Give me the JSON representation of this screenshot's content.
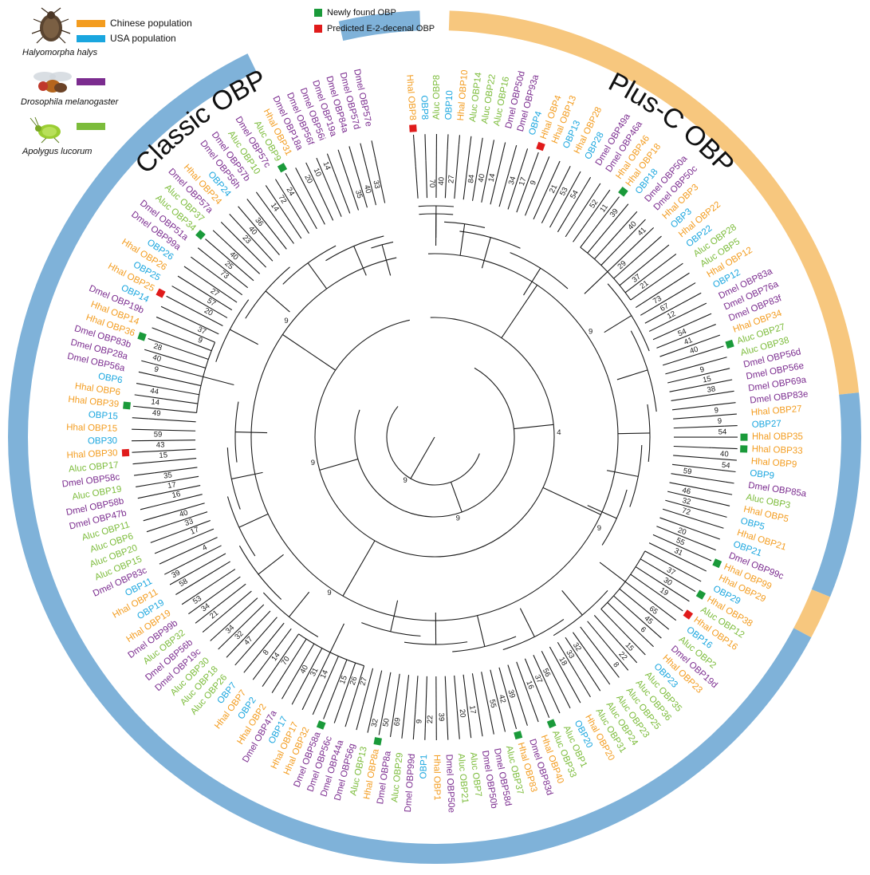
{
  "colors": {
    "chinese": "#f39c1f",
    "usa": "#1aa6df",
    "drosophila": "#7b2c8f",
    "apolygus": "#7cbc3b",
    "newly_found": "#1a9a3a",
    "predicted": "#e01b1b",
    "ring_blue": "#7fb2d9",
    "ring_orange": "#f7c77e",
    "branch": "#1a1a1a",
    "support": "#1a1a1a"
  },
  "legend": {
    "chinese_population": "Chinese population",
    "usa_population": "USA population",
    "species_1": "Halyomorpha halys",
    "species_2": "Drosophila melanogaster",
    "species_3": "Apolygus lucorum",
    "newly_found": "Newly found OBP",
    "predicted": "Predicted E-2-decenal OBP"
  },
  "ring_labels": {
    "classic": "Classic OBP",
    "plusc": "Plus-C OBP"
  },
  "leaves": [
    {
      "label": "Hhal OBP8",
      "group": "chinese",
      "marker": "predicted"
    },
    {
      "label": "OBP8",
      "group": "usa"
    },
    {
      "label": "Aluc OBP8",
      "group": "apolygus"
    },
    {
      "label": "OBP10",
      "group": "usa"
    },
    {
      "label": "Hhal OBP10",
      "group": "chinese"
    },
    {
      "label": "Aluc OBP14",
      "group": "apolygus"
    },
    {
      "label": "Aluc OBP22",
      "group": "apolygus"
    },
    {
      "label": "Aluc OBP16",
      "group": "apolygus"
    },
    {
      "label": "Dmel OBP50d",
      "group": "drosophila"
    },
    {
      "label": "Dmel OBP93a",
      "group": "drosophila"
    },
    {
      "label": "OBP4",
      "group": "usa"
    },
    {
      "label": "Hhal OBP4",
      "group": "chinese",
      "marker": "predicted"
    },
    {
      "label": "Hhal OBP13",
      "group": "chinese"
    },
    {
      "label": "OBP13",
      "group": "usa"
    },
    {
      "label": "Hhal OBP28",
      "group": "chinese"
    },
    {
      "label": "OBP28",
      "group": "usa"
    },
    {
      "label": "Dmel OBP49a",
      "group": "drosophila"
    },
    {
      "label": "Dmel OBP46a",
      "group": "drosophila"
    },
    {
      "label": "Hhal OBP46",
      "group": "chinese"
    },
    {
      "label": "Hhal OBP18",
      "group": "chinese",
      "marker": "newly_found"
    },
    {
      "label": "OBP18",
      "group": "usa"
    },
    {
      "label": "Dmel OBP50a",
      "group": "drosophila"
    },
    {
      "label": "Dmel OBP50c",
      "group": "drosophila"
    },
    {
      "label": "Hhal OBP3",
      "group": "chinese"
    },
    {
      "label": "OBP3",
      "group": "usa"
    },
    {
      "label": "Hhal OBP22",
      "group": "chinese"
    },
    {
      "label": "OBP22",
      "group": "usa"
    },
    {
      "label": "Aluc OBP28",
      "group": "apolygus"
    },
    {
      "label": "Aluc OBP5",
      "group": "apolygus"
    },
    {
      "label": "Hhal OBP12",
      "group": "chinese"
    },
    {
      "label": "OBP12",
      "group": "usa"
    },
    {
      "label": "Dmel OBP83a",
      "group": "drosophila"
    },
    {
      "label": "Dmel OBP76a",
      "group": "drosophila"
    },
    {
      "label": "Dmel OBP83f",
      "group": "drosophila"
    },
    {
      "label": "Hhal OBP34",
      "group": "chinese"
    },
    {
      "label": "Aluc OBP27",
      "group": "apolygus",
      "marker": "newly_found"
    },
    {
      "label": "Aluc OBP38",
      "group": "apolygus"
    },
    {
      "label": "Dmel OBP56d",
      "group": "drosophila"
    },
    {
      "label": "Dmel OBP56e",
      "group": "drosophila"
    },
    {
      "label": "Dmel OBP69a",
      "group": "drosophila"
    },
    {
      "label": "Dmel OBP83e",
      "group": "drosophila"
    },
    {
      "label": "Hhal OBP27",
      "group": "chinese"
    },
    {
      "label": "OBP27",
      "group": "usa"
    },
    {
      "label": "Hhal OBP35",
      "group": "chinese",
      "marker": "newly_found"
    },
    {
      "label": "Hhal OBP33",
      "group": "chinese",
      "marker": "newly_found"
    },
    {
      "label": "Hhal OBP9",
      "group": "chinese"
    },
    {
      "label": "OBP9",
      "group": "usa"
    },
    {
      "label": "Dmel OBP85a",
      "group": "drosophila"
    },
    {
      "label": "Aluc OBP3",
      "group": "apolygus"
    },
    {
      "label": "Hhal OBP5",
      "group": "chinese"
    },
    {
      "label": "OBP5",
      "group": "usa"
    },
    {
      "label": "Hhal OBP21",
      "group": "chinese"
    },
    {
      "label": "OBP21",
      "group": "usa"
    },
    {
      "label": "Dmel OBP99c",
      "group": "drosophila"
    },
    {
      "label": "Hhal OBP99",
      "group": "chinese",
      "marker": "newly_found"
    },
    {
      "label": "Hhal OBP29",
      "group": "chinese"
    },
    {
      "label": "OBP29",
      "group": "usa"
    },
    {
      "label": "Hhal OBP38",
      "group": "chinese",
      "marker": "newly_found"
    },
    {
      "label": "Aluc OBP12",
      "group": "apolygus"
    },
    {
      "label": "Hhal OBP16",
      "group": "chinese",
      "marker": "predicted"
    },
    {
      "label": "OBP16",
      "group": "usa"
    },
    {
      "label": "Aluc OBP2",
      "group": "apolygus"
    },
    {
      "label": "Dmel OBP19d",
      "group": "drosophila"
    },
    {
      "label": "Hhal OBP23",
      "group": "chinese"
    },
    {
      "label": "OBP23",
      "group": "usa"
    },
    {
      "label": "Aluc OBP35",
      "group": "apolygus"
    },
    {
      "label": "Aluc OBP36",
      "group": "apolygus"
    },
    {
      "label": "Aluc OBP25",
      "group": "apolygus"
    },
    {
      "label": "Aluc OBP23",
      "group": "apolygus"
    },
    {
      "label": "Aluc OBP24",
      "group": "apolygus"
    },
    {
      "label": "Aluc OBP31",
      "group": "apolygus"
    },
    {
      "label": "Hhal OBP20",
      "group": "chinese"
    },
    {
      "label": "OBP20",
      "group": "usa"
    },
    {
      "label": "Aluc OBP1",
      "group": "apolygus"
    },
    {
      "label": "Aluc OBP33",
      "group": "apolygus",
      "marker": "newly_found"
    },
    {
      "label": "Hhal OBP40",
      "group": "chinese"
    },
    {
      "label": "Dmel OBP83d",
      "group": "drosophila"
    },
    {
      "label": "Hhal OBP83",
      "group": "chinese",
      "marker": "newly_found"
    },
    {
      "label": "Aluc OBP37",
      "group": "apolygus"
    },
    {
      "label": "Dmel OBP58d",
      "group": "drosophila"
    },
    {
      "label": "Dmel OBP50b",
      "group": "drosophila"
    },
    {
      "label": "Aluc OBP7",
      "group": "apolygus"
    },
    {
      "label": "Aluc OBP21",
      "group": "apolygus"
    },
    {
      "label": "Dmel OBP50e",
      "group": "drosophila"
    },
    {
      "label": "Hhal OBP1",
      "group": "chinese"
    },
    {
      "label": "OBP1",
      "group": "usa"
    },
    {
      "label": "Dmel OBP99d",
      "group": "drosophila"
    },
    {
      "label": "Aluc OBP29",
      "group": "apolygus"
    },
    {
      "label": "Dmel OBP8a",
      "group": "drosophila"
    },
    {
      "label": "Hhal OBP8a",
      "group": "chinese",
      "marker": "newly_found"
    },
    {
      "label": "Aluc OBP13",
      "group": "apolygus"
    },
    {
      "label": "Dmel OBP56g",
      "group": "drosophila"
    },
    {
      "label": "Dmel OBP44a",
      "group": "drosophila"
    },
    {
      "label": "Dmel OBP56c",
      "group": "drosophila"
    },
    {
      "label": "Dmel OBP58a",
      "group": "drosophila",
      "marker": "newly_found"
    },
    {
      "label": "Hhal OBP32",
      "group": "chinese"
    },
    {
      "label": "Hhal OBP17",
      "group": "chinese"
    },
    {
      "label": "OBP17",
      "group": "usa"
    },
    {
      "label": "Dmel OBP47a",
      "group": "drosophila"
    },
    {
      "label": "Hhal OBP2",
      "group": "chinese"
    },
    {
      "label": "OBP2",
      "group": "usa"
    },
    {
      "label": "Hhal OBP7",
      "group": "chinese"
    },
    {
      "label": "OBP7",
      "group": "usa"
    },
    {
      "label": "Aluc OBP26",
      "group": "apolygus"
    },
    {
      "label": "Aluc OBP18",
      "group": "apolygus"
    },
    {
      "label": "Aluc OBP30",
      "group": "apolygus"
    },
    {
      "label": "Dmel OBP19c",
      "group": "drosophila"
    },
    {
      "label": "Dmel OBP56b",
      "group": "drosophila"
    },
    {
      "label": "Aluc OBP32",
      "group": "apolygus"
    },
    {
      "label": "Dmel OBP99b",
      "group": "drosophila"
    },
    {
      "label": "Hhal OBP19",
      "group": "chinese"
    },
    {
      "label": "OBP19",
      "group": "usa"
    },
    {
      "label": "Hhal OBP11",
      "group": "chinese"
    },
    {
      "label": "OBP11",
      "group": "usa"
    },
    {
      "label": "Dmel OBP83c",
      "group": "drosophila"
    },
    {
      "label": "Aluc OBP15",
      "group": "apolygus"
    },
    {
      "label": "Aluc OBP20",
      "group": "apolygus"
    },
    {
      "label": "Aluc OBP6",
      "group": "apolygus"
    },
    {
      "label": "Aluc OBP11",
      "group": "apolygus"
    },
    {
      "label": "Dmel OBP47b",
      "group": "drosophila"
    },
    {
      "label": "Dmel OBP58b",
      "group": "drosophila"
    },
    {
      "label": "Aluc OBP19",
      "group": "apolygus"
    },
    {
      "label": "Dmel OBP58c",
      "group": "drosophila"
    },
    {
      "label": "Aluc OBP17",
      "group": "apolygus"
    },
    {
      "label": "Hhal OBP30",
      "group": "chinese",
      "marker": "predicted"
    },
    {
      "label": "OBP30",
      "group": "usa"
    },
    {
      "label": "Hhal OBP15",
      "group": "chinese"
    },
    {
      "label": "OBP15",
      "group": "usa"
    },
    {
      "label": "Hhal OBP39",
      "group": "chinese",
      "marker": "newly_found"
    },
    {
      "label": "Hhal OBP6",
      "group": "chinese"
    },
    {
      "label": "OBP6",
      "group": "usa"
    },
    {
      "label": "Dmel OBP56a",
      "group": "drosophila"
    },
    {
      "label": "Dmel OBP28a",
      "group": "drosophila"
    },
    {
      "label": "Dmel OBP83b",
      "group": "drosophila"
    },
    {
      "label": "Hhal OBP36",
      "group": "chinese",
      "marker": "newly_found"
    },
    {
      "label": "Hhal OBP14",
      "group": "chinese"
    },
    {
      "label": "Dmel OBP19b",
      "group": "drosophila"
    },
    {
      "label": "OBP14",
      "group": "usa"
    },
    {
      "label": "Hhal OBP25",
      "group": "chinese",
      "marker": "predicted"
    },
    {
      "label": "OBP25",
      "group": "usa"
    },
    {
      "label": "Hhal OBP26",
      "group": "chinese"
    },
    {
      "label": "OBP26",
      "group": "usa"
    },
    {
      "label": "Dmel OBP99a",
      "group": "drosophila"
    },
    {
      "label": "Dmel OBP51a",
      "group": "drosophila"
    },
    {
      "label": "Aluc OBP34",
      "group": "apolygus",
      "marker": "newly_found"
    },
    {
      "label": "Aluc OBP37",
      "group": "apolygus"
    },
    {
      "label": "Dmel OBP57a",
      "group": "drosophila"
    },
    {
      "label": "Hhal OBP24",
      "group": "chinese"
    },
    {
      "label": "OBP24",
      "group": "usa"
    },
    {
      "label": "Dmel OBP56h",
      "group": "drosophila"
    },
    {
      "label": "Dmel OBP57b",
      "group": "drosophila"
    },
    {
      "label": "Aluc OBP10",
      "group": "apolygus"
    },
    {
      "label": "Dmel OBP57c",
      "group": "drosophila"
    },
    {
      "label": "Aluc OBP9",
      "group": "apolygus",
      "marker": "newly_found"
    },
    {
      "label": "Hhal OBP31",
      "group": "chinese"
    },
    {
      "label": "Dmel OBP18a",
      "group": "drosophila"
    },
    {
      "label": "Dmel OBP56f",
      "group": "drosophila"
    },
    {
      "label": "Dmel OBP56i",
      "group": "drosophila"
    },
    {
      "label": "Dmel OBP19a",
      "group": "drosophila"
    },
    {
      "label": "Dmel OBP84a",
      "group": "drosophila"
    },
    {
      "label": "Dmel OBP57d",
      "group": "drosophila"
    },
    {
      "label": "Dmel OBP57e",
      "group": "drosophila"
    }
  ],
  "tree": [
    [
      0,
      4,
      1
    ],
    [
      0,
      4,
      2
    ],
    [
      3,
      8,
      3
    ],
    [
      5,
      13,
      4
    ],
    [
      12,
      21,
      5
    ],
    [
      19,
      27,
      6
    ],
    [
      24,
      33,
      7
    ],
    [
      30,
      40,
      8
    ],
    [
      39,
      46,
      9
    ],
    [
      44,
      52,
      10
    ],
    [
      50,
      58,
      11
    ],
    [
      56,
      64,
      12
    ],
    [
      62,
      70,
      13
    ],
    [
      68,
      76,
      14
    ],
    [
      74,
      82,
      15
    ],
    [
      80,
      88,
      16
    ],
    [
      86,
      94,
      17
    ],
    [
      92,
      100,
      18
    ],
    [
      98,
      106,
      19
    ],
    [
      104,
      112,
      20
    ],
    [
      110,
      118,
      21
    ],
    [
      116,
      124,
      22
    ],
    [
      122,
      130,
      23
    ],
    [
      128,
      136,
      24
    ],
    [
      134,
      142,
      25
    ],
    [
      140,
      148,
      26
    ],
    [
      146,
      154,
      27
    ],
    [
      152,
      160,
      28
    ],
    [
      158,
      164,
      29
    ]
  ],
  "support_values": [
    "70",
    "40",
    "27",
    "84",
    "40",
    "14",
    "34",
    "17",
    "9",
    "21",
    "53",
    "54",
    "52",
    "11",
    "39",
    "40",
    "41",
    "29",
    "37",
    "21",
    "73",
    "67",
    "12",
    "54",
    "41",
    "40",
    "9",
    "15",
    "38",
    "9",
    "9",
    "54",
    "40",
    "54",
    "59",
    "46",
    "32",
    "72",
    "20",
    "55",
    "31",
    "37",
    "30",
    "19",
    "65",
    "45",
    "6",
    "15",
    "22",
    "8",
    "32",
    "33",
    "18",
    "56",
    "37",
    "16",
    "39",
    "42",
    "55",
    "17",
    "20",
    "39",
    "22",
    "9",
    "69",
    "50",
    "32",
    "27",
    "26",
    "15",
    "14",
    "31",
    "40",
    "70",
    "14",
    "8",
    "47",
    "32",
    "34",
    "21",
    "34",
    "53",
    "58",
    "39",
    "4",
    "17",
    "33",
    "40",
    "16",
    "17",
    "35",
    "15",
    "43",
    "59",
    "49",
    "14",
    "44",
    "9",
    "40",
    "28",
    "9",
    "37",
    "20",
    "57",
    "27",
    "73",
    "25",
    "40",
    "23",
    "40",
    "36",
    "14",
    "72",
    "24",
    "20",
    "10",
    "14",
    "35",
    "40",
    "33"
  ],
  "inner_support": [
    "9",
    "9",
    "9",
    "9",
    "4",
    "9",
    "9",
    "9"
  ]
}
